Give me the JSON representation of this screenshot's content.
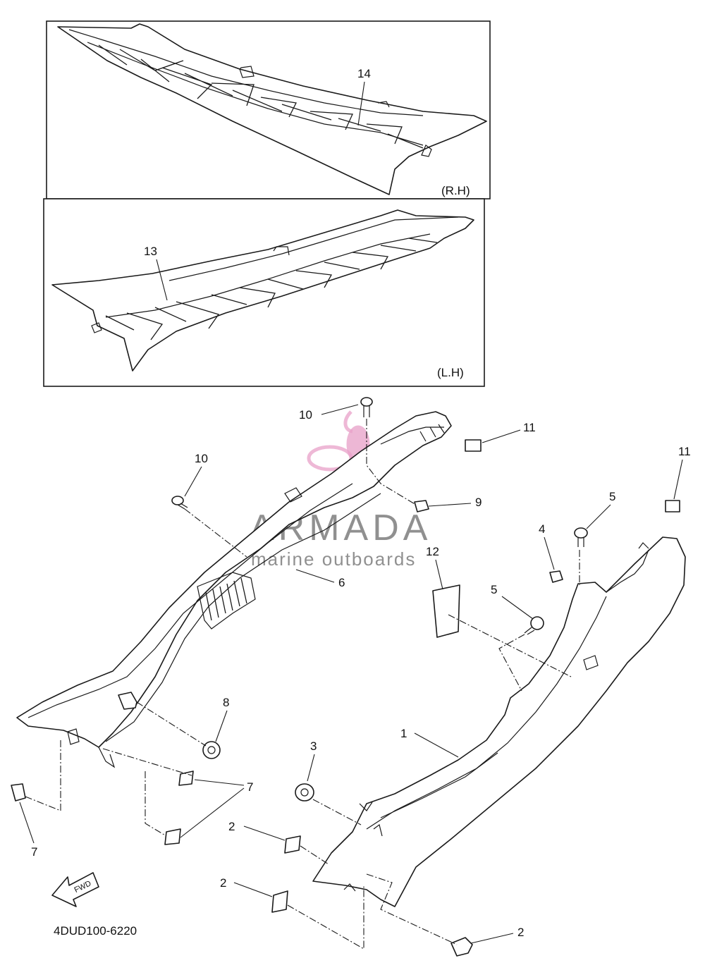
{
  "diagram": {
    "code": "4DUD100-6220",
    "fwd_label": "FWD",
    "panels": [
      {
        "tag": "(R.H)",
        "callout": "14"
      },
      {
        "tag": "(L.H)",
        "callout": "13"
      }
    ],
    "callouts": {
      "c1": "1",
      "c2a": "2",
      "c2b": "2",
      "c2c": "2",
      "c3": "3",
      "c4": "4",
      "c5a": "5",
      "c5b": "5",
      "c6": "6",
      "c7a": "7",
      "c7b": "7",
      "c8": "8",
      "c9": "9",
      "c10a": "10",
      "c10b": "10",
      "c11a": "11",
      "c11b": "11",
      "c12": "12"
    }
  },
  "watermark": {
    "brand": "ARMADA",
    "tagline": "marine outboards",
    "colors": {
      "logo": "#e8a0c8",
      "text": "#6b6b6b"
    }
  }
}
